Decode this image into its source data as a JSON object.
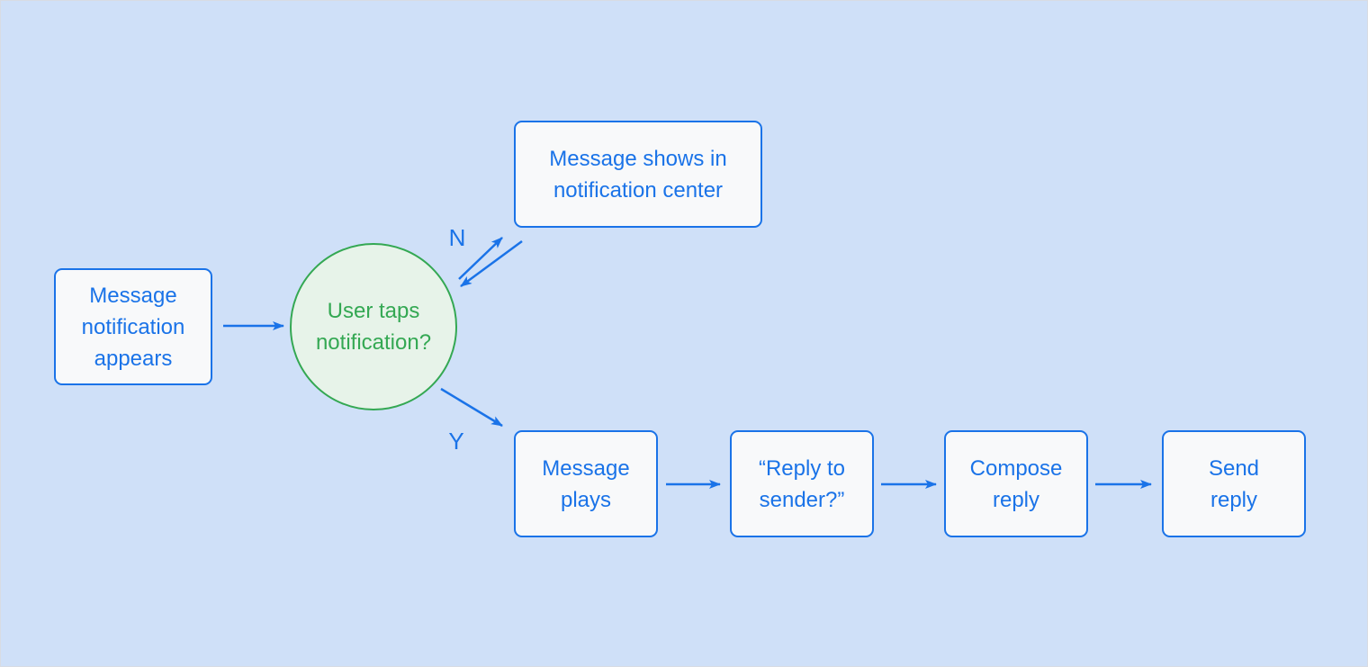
{
  "colors": {
    "background": "#cfe0f8",
    "canvas_edge": "#d8dce3",
    "box_fill": "#f8f9fa",
    "box_border": "#1a73e8",
    "box_text": "#1a73e8",
    "decision_fill": "#e7f3e9",
    "decision_border": "#34a853",
    "decision_text": "#34a853",
    "arrow": "#1a73e8",
    "edge_label": "#1a73e8"
  },
  "nodes": {
    "start": {
      "label": "Message\nnotification\nappears"
    },
    "decision": {
      "label": "User taps\nnotification?"
    },
    "notification_center": {
      "label": "Message shows in\nnotification center"
    },
    "message_plays": {
      "label": "Message\nplays"
    },
    "reply_to_sender": {
      "label": "“Reply to\nsender?”"
    },
    "compose_reply": {
      "label": "Compose\nreply"
    },
    "send_reply": {
      "label": "Send\nreply"
    }
  },
  "edge_labels": {
    "no": "N",
    "yes": "Y"
  }
}
